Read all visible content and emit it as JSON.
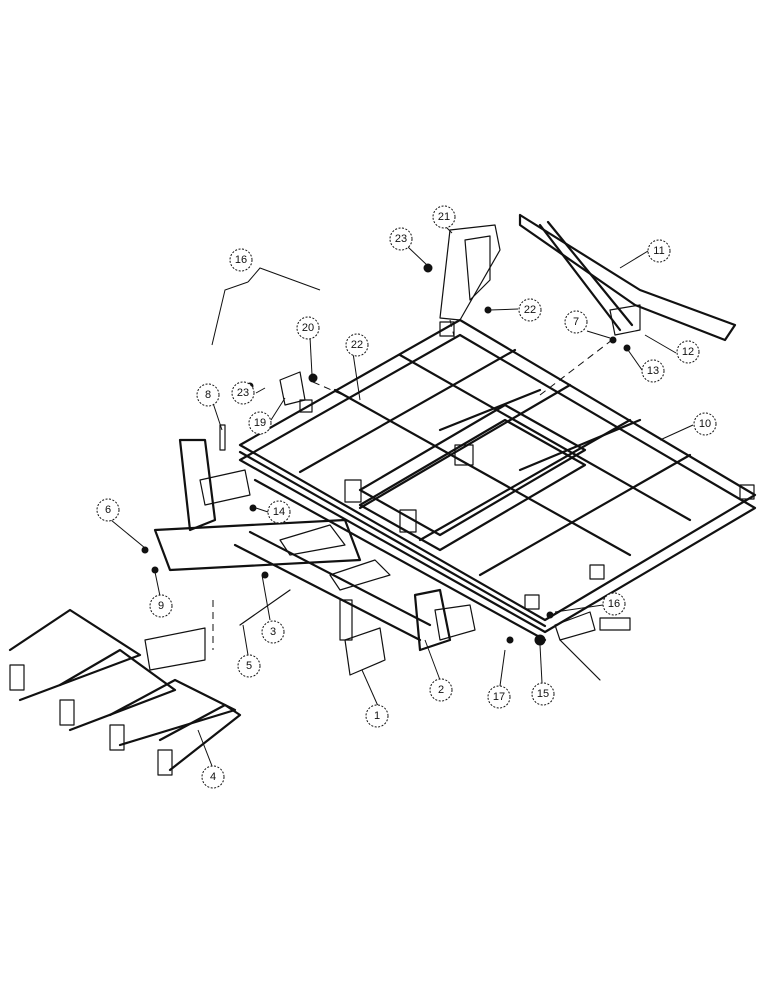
{
  "callouts": [
    {
      "id": "c1",
      "label": "1"
    },
    {
      "id": "c2",
      "label": "2"
    },
    {
      "id": "c3",
      "label": "3"
    },
    {
      "id": "c4",
      "label": "4"
    },
    {
      "id": "c5",
      "label": "5"
    },
    {
      "id": "c6",
      "label": "6"
    },
    {
      "id": "c7",
      "label": "7"
    },
    {
      "id": "c8",
      "label": "8"
    },
    {
      "id": "c9",
      "label": "9"
    },
    {
      "id": "c10",
      "label": "10"
    },
    {
      "id": "c11",
      "label": "11"
    },
    {
      "id": "c12",
      "label": "12"
    },
    {
      "id": "c13",
      "label": "13"
    },
    {
      "id": "c14",
      "label": "14"
    },
    {
      "id": "c15",
      "label": "15"
    },
    {
      "id": "c16a",
      "label": "16"
    },
    {
      "id": "c16b",
      "label": "16"
    },
    {
      "id": "c17",
      "label": "17"
    },
    {
      "id": "c19",
      "label": "19"
    },
    {
      "id": "c20",
      "label": "20"
    },
    {
      "id": "c21",
      "label": "21"
    },
    {
      "id": "c22a",
      "label": "22"
    },
    {
      "id": "c22b",
      "label": "22"
    },
    {
      "id": "c23a",
      "label": "23"
    },
    {
      "id": "c23b",
      "label": "23"
    }
  ]
}
